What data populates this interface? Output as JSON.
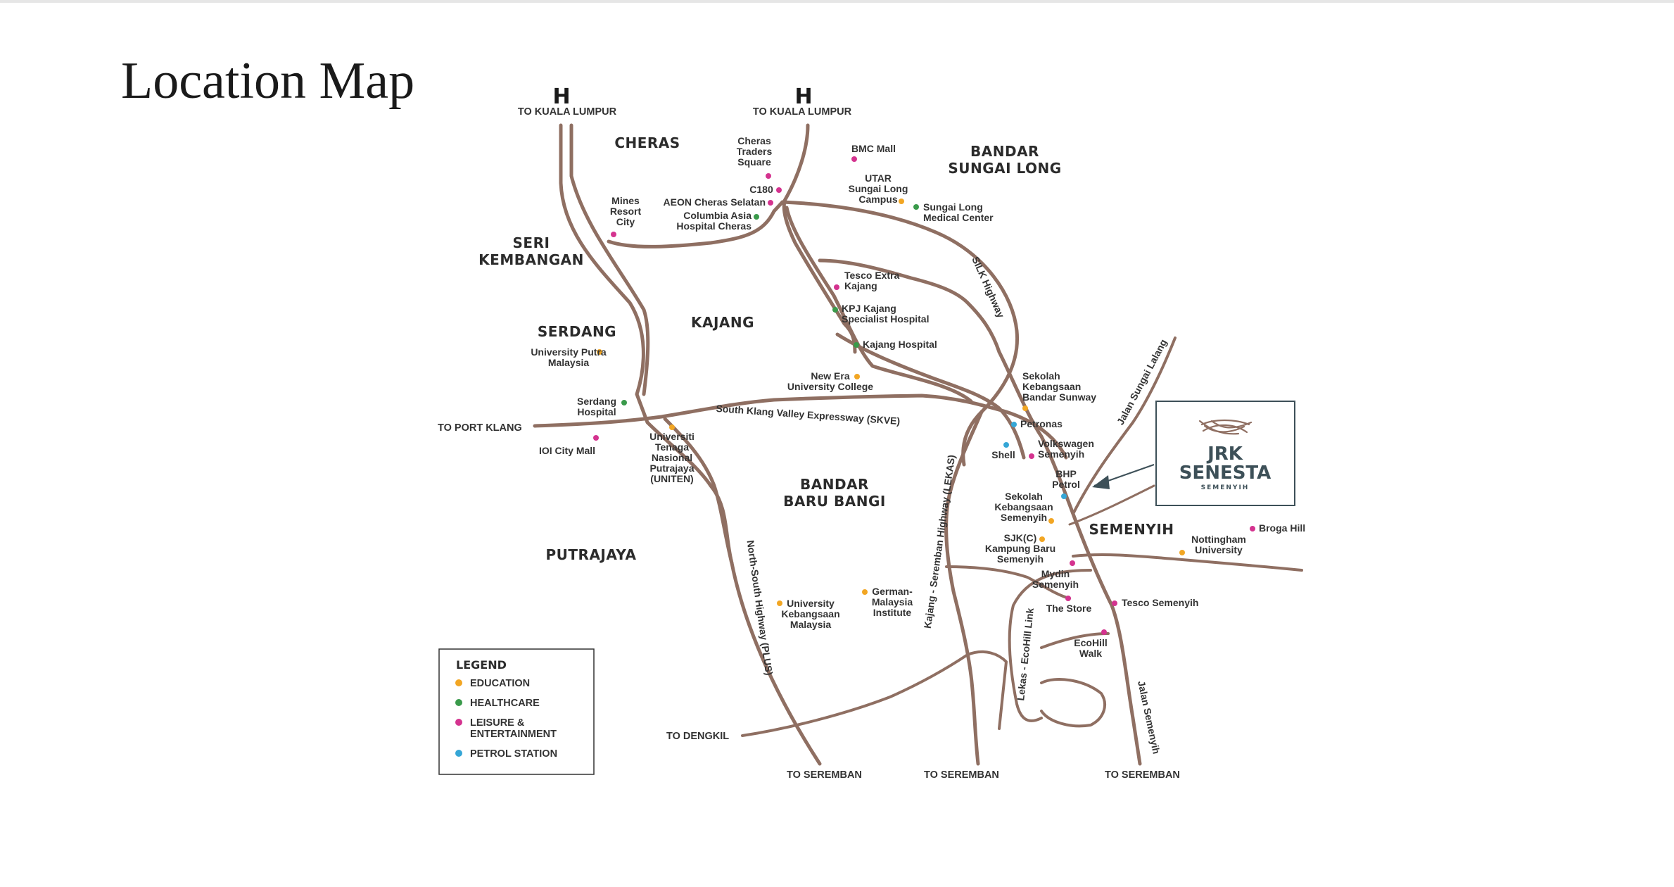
{
  "title": "Location Map",
  "colors": {
    "road": "#8f6f62",
    "education": "#f2a623",
    "healthcare": "#3a9a4b",
    "leisure": "#d4338f",
    "petrol": "#35a6d6",
    "text": "#333333"
  },
  "highway_sign_glyph": "H",
  "directions": {
    "kl_west": "TO KUALA LUMPUR",
    "kl_east": "TO KUALA LUMPUR",
    "port_klang": "TO PORT KLANG",
    "dengkil": "TO DENGKIL",
    "seremban_1": "TO SEREMBAN",
    "seremban_2": "TO SEREMBAN",
    "seremban_3": "TO SEREMBAN"
  },
  "regions": {
    "cheras": "CHERAS",
    "bandar_sungai_long": [
      "BANDAR",
      "SUNGAI LONG"
    ],
    "seri_kembangan": [
      "SERI",
      "KEMBANGAN"
    ],
    "serdang": "SERDANG",
    "kajang": "KAJANG",
    "bandar_baru_bangi": [
      "BANDAR",
      "BARU BANGI"
    ],
    "putrajaya": "PUTRAJAYA",
    "semenyih": "SEMENYIH"
  },
  "roads": {
    "skve": "South Klang Valley Expressway (SKVE)",
    "silk": "SILK Highway",
    "lekas": "Kajang - Seremban Highway (LEKAS)",
    "plus": "North-South Highway (PLUS)",
    "ecohill": "Lekas - EcoHill Link",
    "jalan_sungai_lalang": "Jalan Sungai Lalang",
    "jalan_semenyih": "Jalan Semenyih"
  },
  "pois": [
    {
      "id": "cheras-traders-square",
      "category": "leisure",
      "lines": [
        "Cheras",
        "Traders",
        "Square"
      ]
    },
    {
      "id": "c180",
      "category": "leisure",
      "lines": [
        "C180"
      ]
    },
    {
      "id": "aeon-cheras-selatan",
      "category": "leisure",
      "lines": [
        "AEON Cheras Selatan"
      ]
    },
    {
      "id": "columbia-asia",
      "category": "healthcare",
      "lines": [
        "Columbia Asia",
        "Hospital Cheras"
      ]
    },
    {
      "id": "mines-resort-city",
      "category": "leisure",
      "lines": [
        "Mines",
        "Resort",
        "City"
      ]
    },
    {
      "id": "bmc-mall",
      "category": "leisure",
      "lines": [
        "BMC Mall"
      ]
    },
    {
      "id": "utar",
      "category": "education",
      "lines": [
        "UTAR",
        "Sungai Long",
        "Campus"
      ]
    },
    {
      "id": "sungai-long-medical",
      "category": "healthcare",
      "lines": [
        "Sungai Long",
        "Medical Center"
      ]
    },
    {
      "id": "tesco-extra-kajang",
      "category": "leisure",
      "lines": [
        "Tesco Extra",
        "Kajang"
      ]
    },
    {
      "id": "kpj-kajang",
      "category": "healthcare",
      "lines": [
        "KPJ Kajang",
        "Specialist Hospital"
      ]
    },
    {
      "id": "kajang-hospital",
      "category": "healthcare",
      "lines": [
        "Kajang Hospital"
      ]
    },
    {
      "id": "new-era",
      "category": "education",
      "lines": [
        "New Era",
        "University College"
      ]
    },
    {
      "id": "upm",
      "category": "education",
      "lines": [
        "University Putra",
        "Malaysia"
      ]
    },
    {
      "id": "serdang-hospital",
      "category": "healthcare",
      "lines": [
        "Serdang",
        "Hospital"
      ]
    },
    {
      "id": "ioi-city-mall",
      "category": "leisure",
      "lines": [
        "IOI City Mall"
      ]
    },
    {
      "id": "uniten",
      "category": "education",
      "lines": [
        "Universiti",
        "Tenaga",
        "Nasional",
        "Putrajaya",
        "(UNITEN)"
      ]
    },
    {
      "id": "sk-bandar-sunway",
      "category": "education",
      "lines": [
        "Sekolah",
        "Kebangsaan",
        "Bandar Sunway"
      ]
    },
    {
      "id": "petronas",
      "category": "petrol",
      "lines": [
        "Petronas"
      ]
    },
    {
      "id": "shell",
      "category": "petrol",
      "lines": [
        "Shell"
      ]
    },
    {
      "id": "volkswagen",
      "category": "leisure",
      "lines": [
        "Volkswagen",
        "Semenyih"
      ]
    },
    {
      "id": "bhp",
      "category": "petrol",
      "lines": [
        "BHP",
        "Petrol"
      ]
    },
    {
      "id": "sk-semenyih",
      "category": "education",
      "lines": [
        "Sekolah",
        "Kebangsaan",
        "Semenyih"
      ]
    },
    {
      "id": "sjkc",
      "category": "education",
      "lines": [
        "SJK(C)",
        "Kampung Baru",
        "Semenyih"
      ]
    },
    {
      "id": "mydin",
      "category": "leisure",
      "lines": [
        "Mydin",
        "Semenyih"
      ]
    },
    {
      "id": "the-store",
      "category": "leisure",
      "lines": [
        "The Store"
      ]
    },
    {
      "id": "tesco-semenyih",
      "category": "leisure",
      "lines": [
        "Tesco Semenyih"
      ]
    },
    {
      "id": "ecohill-walk",
      "category": "leisure",
      "lines": [
        "EcoHill",
        "Walk"
      ]
    },
    {
      "id": "nottingham",
      "category": "education",
      "lines": [
        "Nottingham",
        "University"
      ]
    },
    {
      "id": "broga-hill",
      "category": "leisure",
      "lines": [
        "Broga Hill"
      ]
    },
    {
      "id": "ukm",
      "category": "education",
      "lines": [
        "University",
        "Kebangsaan",
        "Malaysia"
      ]
    },
    {
      "id": "gmi",
      "category": "education",
      "lines": [
        "German-",
        "Malaysia",
        "Institute"
      ]
    }
  ],
  "legend": {
    "title": "LEGEND",
    "items": [
      {
        "category": "education",
        "lines": [
          "EDUCATION"
        ]
      },
      {
        "category": "healthcare",
        "lines": [
          "HEALTHCARE"
        ]
      },
      {
        "category": "leisure",
        "lines": [
          "LEISURE &",
          "ENTERTAINMENT"
        ]
      },
      {
        "category": "petrol",
        "lines": [
          "PETROL STATION"
        ]
      }
    ]
  },
  "brand": {
    "line1": "JRK",
    "line2": "SENESTA",
    "sub": "SEMENYIH"
  }
}
